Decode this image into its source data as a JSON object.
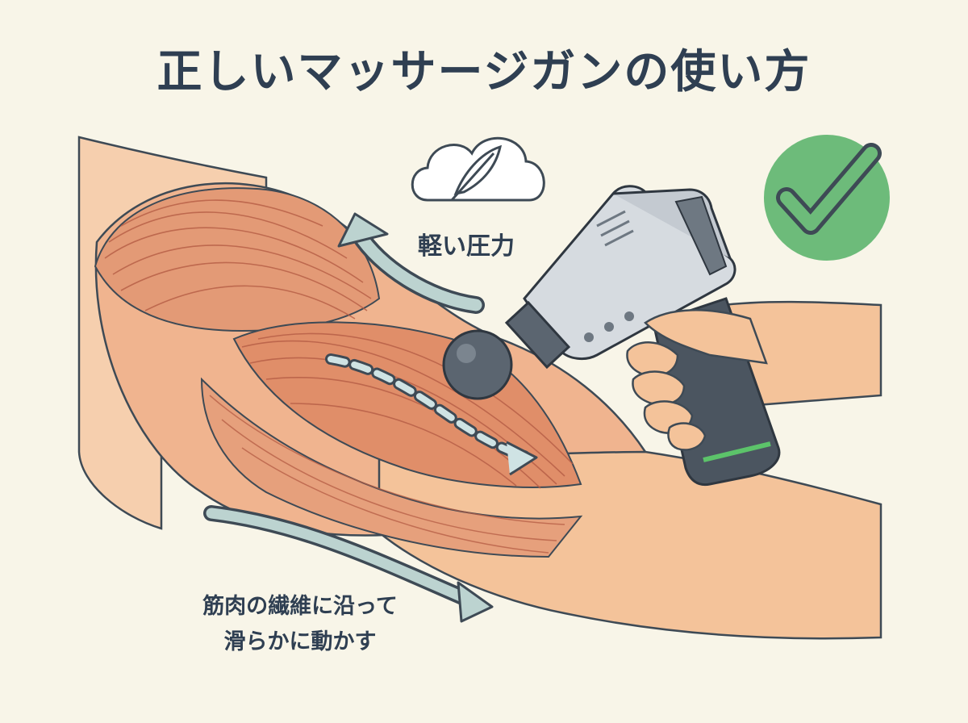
{
  "title": "正しいマッサージガンの使い方",
  "labels": {
    "pressure": "軽い圧力",
    "guide_line1": "筋肉の繊維に沿って",
    "guide_line2": "滑らかに動かす"
  },
  "icons": {
    "feather": "feather-icon",
    "cloud": "cloud-icon",
    "check": "checkmark-icon",
    "massage_gun": "massage-gun-icon"
  },
  "colors": {
    "background": "#f8f5e8",
    "title": "#2f3f52",
    "skin": "#f4c39a",
    "muscle": "#e39a76",
    "arrow": "#bcd3d0",
    "check_bg": "#6dbb7a",
    "gun_body": "#d6dbe0",
    "gun_dark": "#4b5560",
    "gun_accent": "#5cc36a"
  }
}
